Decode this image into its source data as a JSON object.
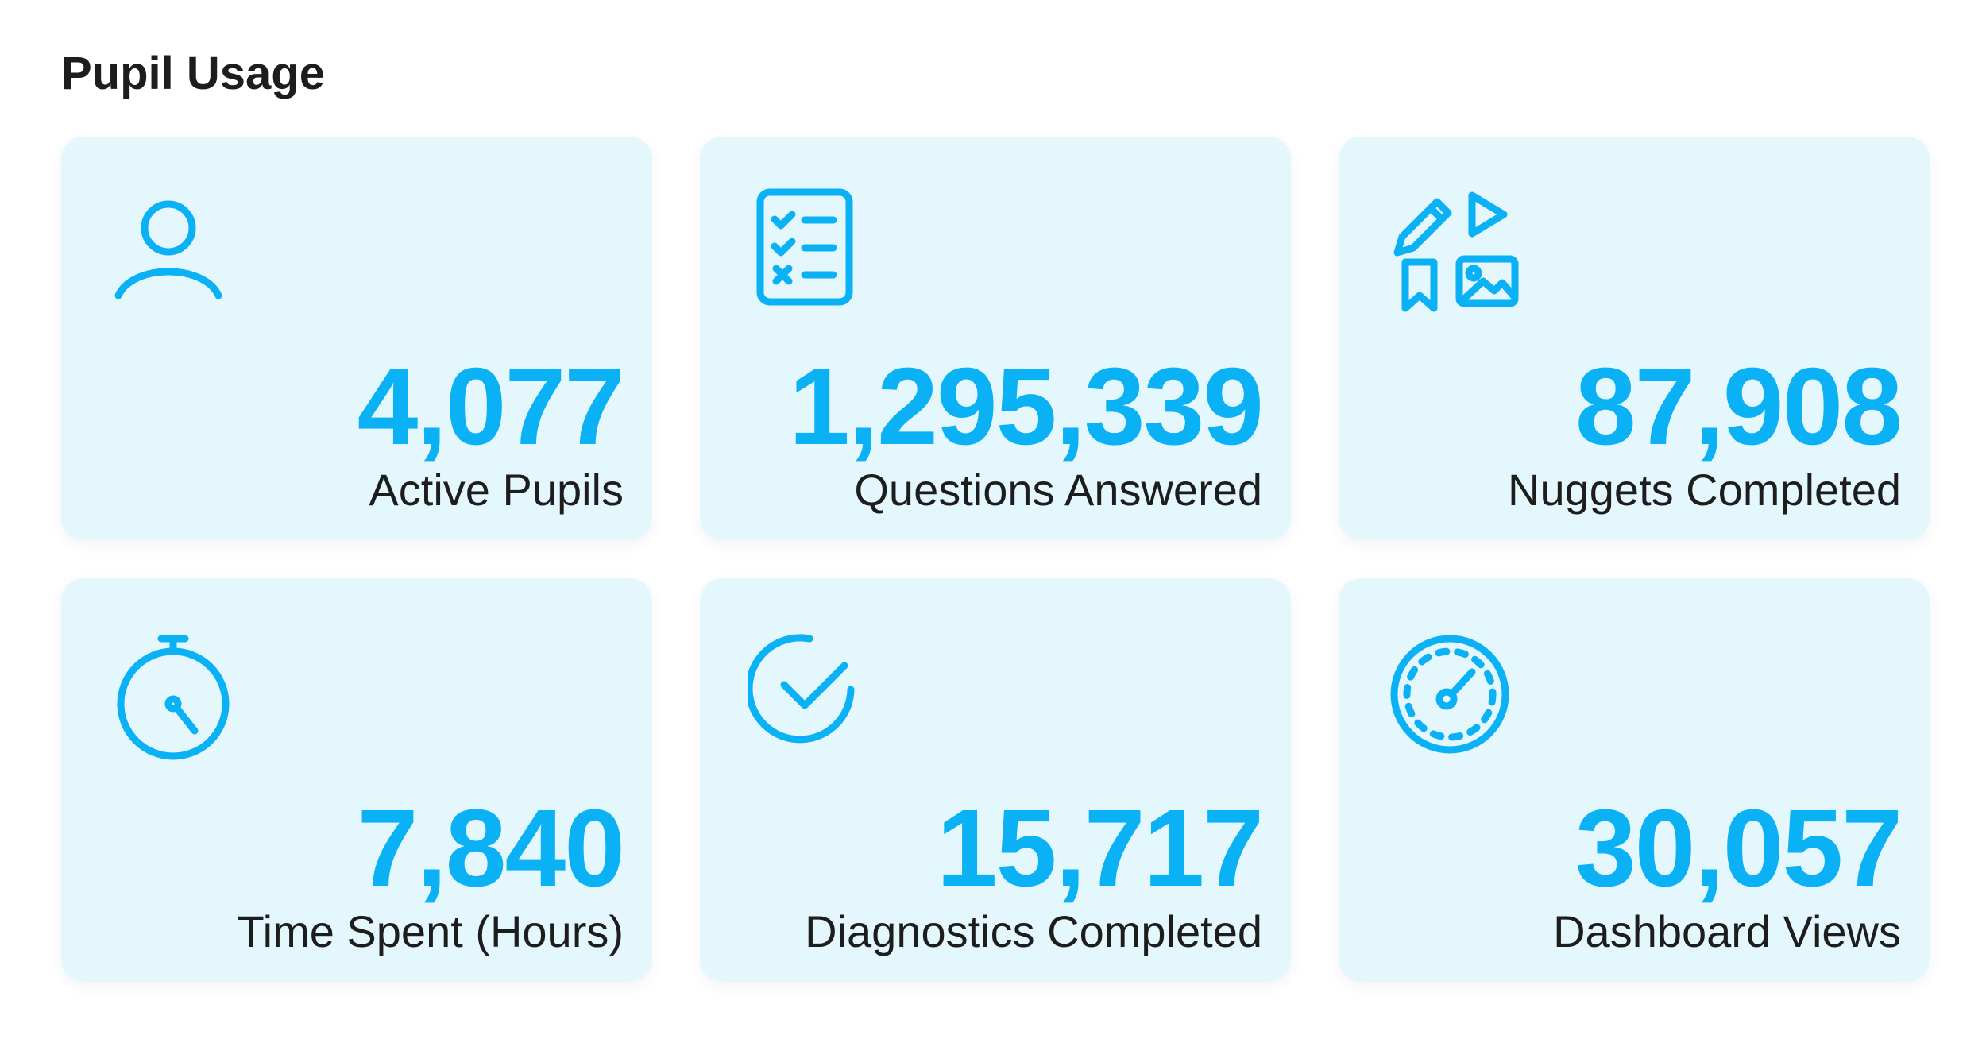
{
  "header": {
    "title": "Pupil Usage"
  },
  "colors": {
    "accent": "#0ab1f5",
    "card_background": "#e4f7fd",
    "text": "#1d1d1d"
  },
  "stats": [
    {
      "icon": "person-icon",
      "value": "4,077",
      "label": "Active Pupils"
    },
    {
      "icon": "checklist-icon",
      "value": "1,295,339",
      "label": "Questions Answered"
    },
    {
      "icon": "media-nuggets-icon",
      "value": "87,908",
      "label": "Nuggets Completed"
    },
    {
      "icon": "stopwatch-icon",
      "value": "7,840",
      "label": "Time Spent (Hours)"
    },
    {
      "icon": "check-circle-icon",
      "value": "15,717",
      "label": "Diagnostics Completed"
    },
    {
      "icon": "speedometer-icon",
      "value": "30,057",
      "label": "Dashboard Views"
    }
  ]
}
